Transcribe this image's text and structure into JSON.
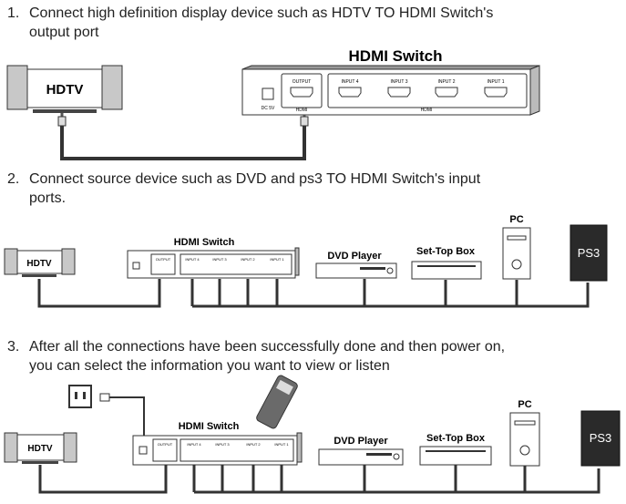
{
  "steps": [
    {
      "num": "1.",
      "line1": "Connect high definition display device such as HDTV TO HDMI Switch's",
      "line2": "output port"
    },
    {
      "num": "2.",
      "line1": "Connect source device such as DVD and ps3 TO HDMI Switch's input",
      "line2": "ports."
    },
    {
      "num": "3.",
      "line1": "After all the connections have been successfully done and then power on,",
      "line2": "you can select the information you want to view or listen"
    }
  ],
  "labels": {
    "hdtv": "HDTV",
    "hdmi_switch": "HDMI Switch",
    "output": "OUTPUT",
    "input4": "INPUT 4",
    "input3": "INPUT 3",
    "input2": "INPUT 2",
    "input1": "INPUT 1",
    "dc5v": "DC 5V",
    "hdmi": "HDMI",
    "dvd_player": "DVD Player",
    "set_top_box": "Set-Top Box",
    "pc": "PC",
    "ps3": "PS3"
  }
}
